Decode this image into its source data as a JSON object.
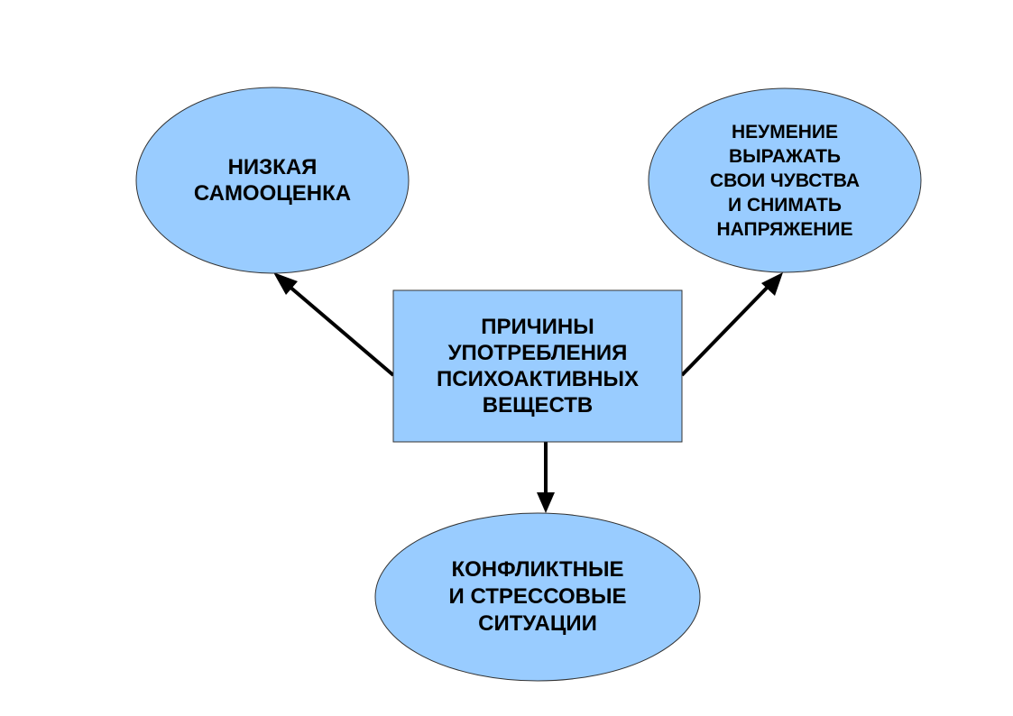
{
  "diagram": {
    "center": {
      "lines": [
        "ПРИЧИНЫ",
        "УПОТРЕБЛЕНИЯ",
        "ПСИХОАКТИВНЫХ",
        "ВЕЩЕСТВ"
      ]
    },
    "left": {
      "lines": [
        "НИЗКАЯ",
        "САМООЦЕНКА"
      ]
    },
    "right": {
      "lines": [
        "НЕУМЕНИЕ",
        "ВЫРАЖАТЬ",
        "СВОИ ЧУВСТВА",
        "И СНИМАТЬ",
        "НАПРЯЖЕНИЕ"
      ]
    },
    "bottom": {
      "lines": [
        "КОНФЛИКТНЫЕ",
        "И СТРЕССОВЫЕ",
        "СИТУАЦИИ"
      ]
    }
  },
  "colors": {
    "node_fill": "#99ccff",
    "node_stroke": "#333333",
    "arrow": "#000000",
    "text": "#000000"
  }
}
